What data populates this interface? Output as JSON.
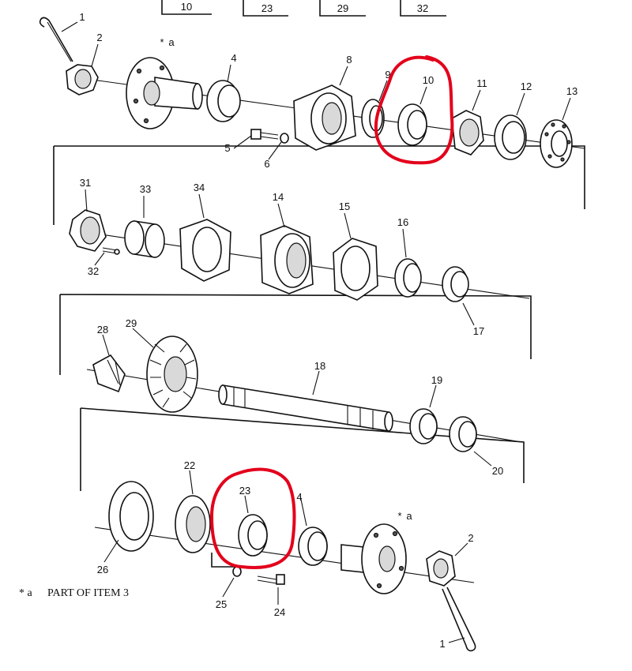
{
  "header_boxes": [
    "10",
    "23",
    "29",
    "32"
  ],
  "callouts": {
    "c1a": "1",
    "c2a": "2",
    "c3a": "*",
    "c3a_sub": "a",
    "c4a": "4",
    "c5": "5",
    "c6": "6",
    "c8": "8",
    "c9": "9",
    "c10": "10",
    "c11": "11",
    "c12": "12",
    "c13": "13",
    "c31": "31",
    "c33": "33",
    "c34": "34",
    "c14": "14",
    "c15": "15",
    "c16": "16",
    "c32": "32",
    "c17": "17",
    "c28": "28",
    "c29": "29",
    "c18": "18",
    "c19": "19",
    "c20": "20",
    "c22": "22",
    "c23": "23",
    "c4b": "4",
    "c3b": "*",
    "c3b_sub": "a",
    "c2b": "2",
    "c26": "26",
    "c25": "25",
    "c24": "24",
    "c1b": "1"
  },
  "footnote": {
    "marker": "* a",
    "text": "PART OF ITEM 3"
  },
  "highlight_color": "#e3001b"
}
